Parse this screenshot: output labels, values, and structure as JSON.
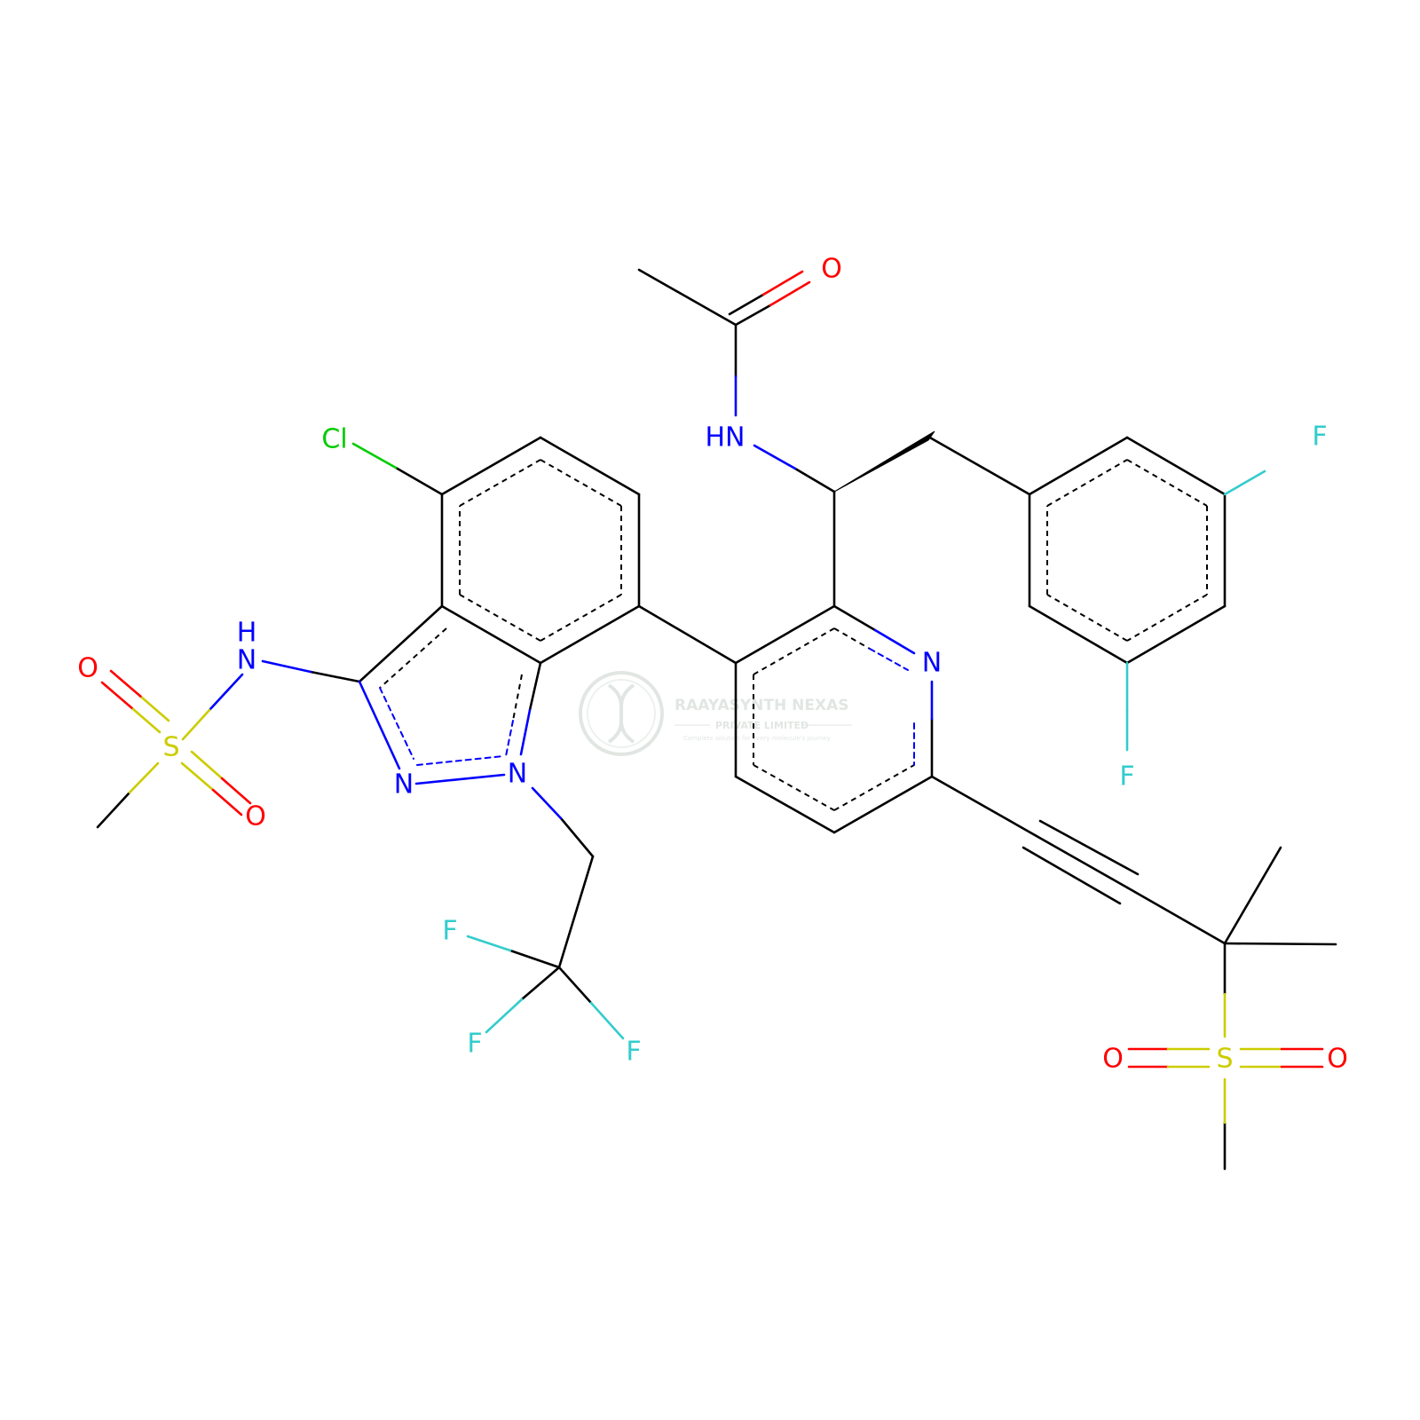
{
  "colors": {
    "carbon_bond": "#000000",
    "N": "#0000FF",
    "O": "#FF0000",
    "F": "#33CCCC",
    "Cl": "#00CC00",
    "S": "#CCCC00",
    "watermark": "#c9d3cc"
  },
  "atom_labels": {
    "o_acetyl": "O",
    "nh_acetamide": "HN",
    "f_phenyl_top": "F",
    "f_phenyl_bottom": "F",
    "cl": "Cl",
    "nh_sulfonamide_h": "H",
    "nh_sulfonamide_n": "N",
    "o_sulfonamide_top": "O",
    "s_sulfonamide": "S",
    "o_sulfonamide_bottom": "O",
    "n_indazole_2": "N",
    "n_indazole_1": "N",
    "n_pyridine": "N",
    "f_cf3_a": "F",
    "f_cf3_b": "F",
    "f_cf3_c": "F",
    "o_sulfone_left": "O",
    "s_sulfone": "S",
    "o_sulfone_right": "O"
  },
  "watermark": {
    "line1": "RAAYASYNTH NEXAS",
    "line2": "PRIVATE LIMITED",
    "tagline": "Complete solution for every molecule's journey"
  }
}
